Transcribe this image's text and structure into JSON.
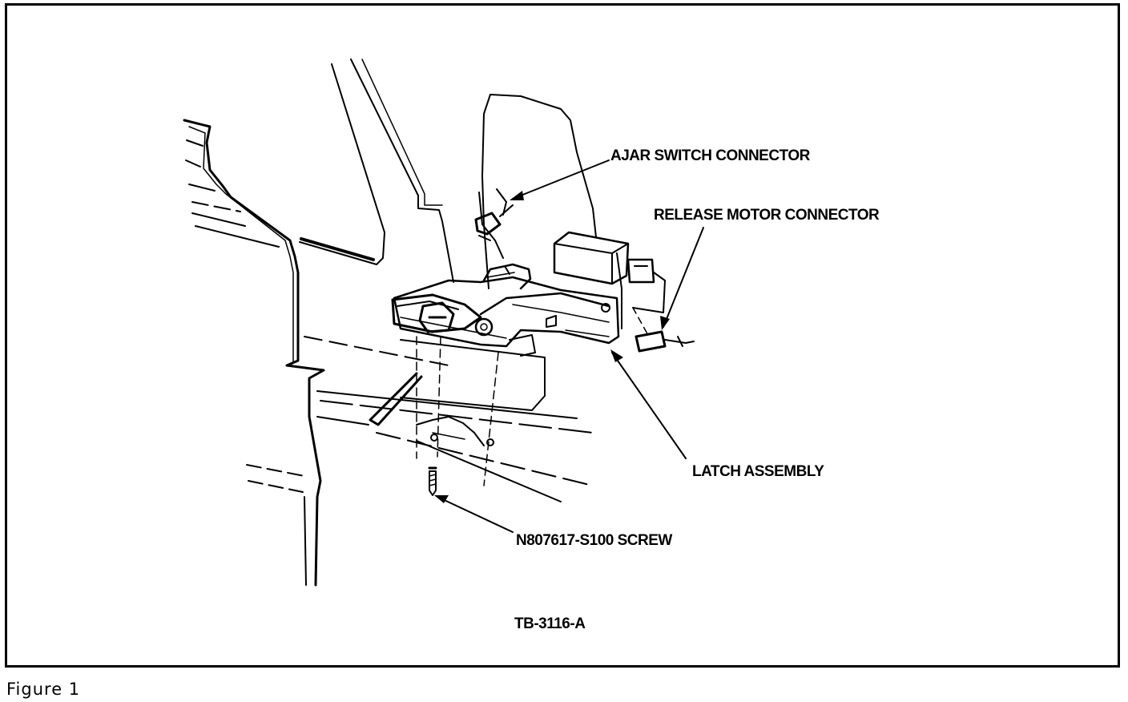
{
  "callouts": {
    "ajar_switch_connector": "AJAR SWITCH CONNECTOR",
    "release_motor_connector": "RELEASE MOTOR CONNECTOR",
    "latch_assembly": "LATCH ASSEMBLY",
    "screw": "N807617-S100 SCREW"
  },
  "drawing_id": "TB-3116-A",
  "caption": "Figure 1",
  "colors": {
    "ink": "#000000",
    "paper": "#ffffff"
  }
}
